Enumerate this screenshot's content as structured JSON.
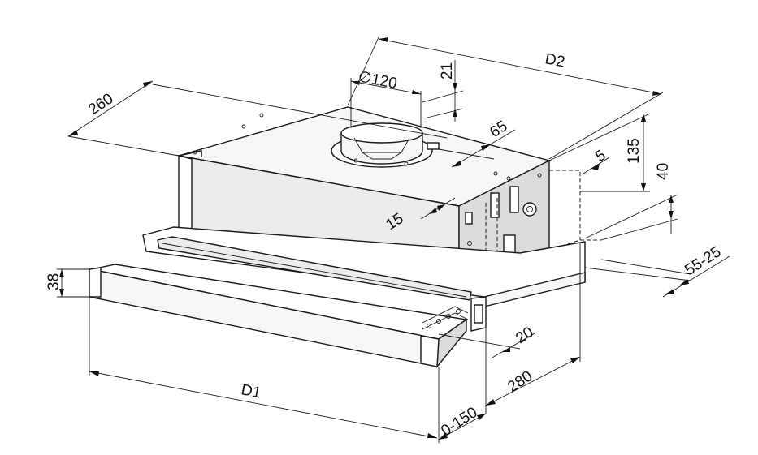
{
  "dimensions": {
    "d2": "D2",
    "d1": "D1",
    "duct_diameter": "∅120",
    "d21": "21",
    "d260": "260",
    "d65": "65",
    "d135": "135",
    "d5": "5",
    "d40": "40",
    "d15": "15",
    "d55_25": "55-25",
    "d38": "38",
    "d20": "20",
    "d280": "280",
    "d0_150": "0-150"
  }
}
